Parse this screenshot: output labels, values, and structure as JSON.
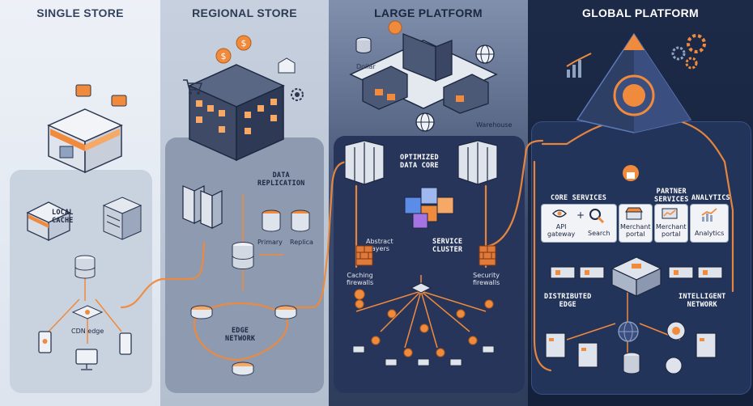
{
  "panels": {
    "single": {
      "title": "SINGLE STORE",
      "local_cache": "LOCAL\nCACHE",
      "cdn_edge": "CDN edge"
    },
    "regional": {
      "title": "REGIONAL STORE",
      "data_replication": "DATA\nREPLICATION",
      "primary": "Primary",
      "replica": "Replica",
      "edge_network": "EDGE\nNETWORK"
    },
    "large": {
      "title": "LARGE PLATFORM",
      "dollar": "Dollar",
      "warehouse": "Warehouse",
      "optimized_data_core": "OPTIMIZED\nDATA CORE",
      "abstract_layers": "Abstract\nlayers",
      "service_cluster": "SERVICE\nCLUSTER",
      "caching_firewalls": "Caching\nfirewalls",
      "security_firewalls": "Security\nfirewalls"
    },
    "global": {
      "title": "GLOBAL PLATFORM",
      "core_services": "CORE SERVICES",
      "partner_services": "PARTNER\nSERVICES",
      "analytics_heading": "ANALYTICS",
      "api_gateway": "API\ngateway",
      "plus": "+",
      "search": "Search",
      "merchant_portal_1": "Merchant\nportal",
      "merchant_portal_2": "Merchant\nportal",
      "analytics": "Analytics",
      "distributed_edge": "DISTRIBUTED\nEDGE",
      "intelligent_network": "INTELLIGENT\nNETWORK"
    }
  },
  "colors": {
    "orange": "#f08a3c",
    "dark_navy": "#1c2a48",
    "slate": "#3c4b6c"
  }
}
